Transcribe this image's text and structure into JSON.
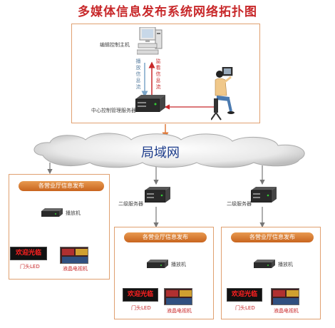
{
  "title": "多媒体信息发布系统网络拓扑图",
  "top_section": {
    "edit_host_label": "编辑控制主机",
    "play_flow_label": "播放信息流",
    "monitor_flow_label": "监看信息流",
    "central_server_label": "中心控制管理服务器"
  },
  "network_label": "局域网",
  "secondary_servers": [
    {
      "label": "二级服务器"
    },
    {
      "label": "二级服务器"
    }
  ],
  "branches": [
    {
      "banner": "各营业厅信息发布",
      "player_label": "播放机",
      "led_text": "欢迎光临",
      "led_label": "门头LED",
      "tv_label": "液晶电视机"
    },
    {
      "banner": "各营业厅信息发布",
      "player_label": "播放机",
      "led_text": "欢迎光临",
      "led_label": "门头LED",
      "tv_label": "液晶电视机"
    },
    {
      "banner": "各营业厅信息发布",
      "player_label": "播放机",
      "led_text": "欢迎光临",
      "led_label": "门头LED",
      "tv_label": "液晶电视机"
    }
  ],
  "colors": {
    "title": "#c8282a",
    "frame_border": "#e0a070",
    "banner_top": "#e89a50",
    "banner_bottom": "#c8641e",
    "arrow": "#e07a3a",
    "monitor_arrow": "#c8282a",
    "play_arrow": "#7aa5c8",
    "network_text": "#1a3a8a"
  }
}
